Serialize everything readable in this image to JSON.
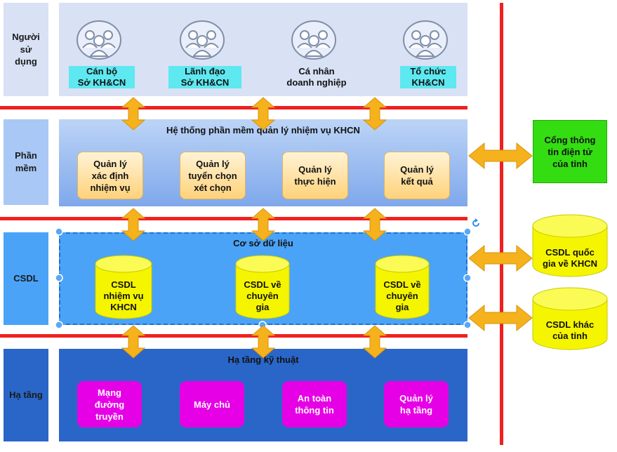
{
  "layers": {
    "users": "Người\nsử\ndụng",
    "software": "Phần\nmềm",
    "database": "CSDL",
    "infrastructure": "Hạ tầng"
  },
  "users": [
    {
      "label": "Cán bộ\nSở KH&CN",
      "highlight": true
    },
    {
      "label": "Lãnh đạo\nSở KH&CN",
      "highlight": true
    },
    {
      "label": "Cá nhân\ndoanh nghiệp",
      "highlight": false
    },
    {
      "label": "Tổ chức\nKH&CN",
      "highlight": true
    }
  ],
  "software": {
    "title": "Hệ thống phần mềm quản lý nhiệm vụ KHCN",
    "modules": [
      "Quản lý\nxác định\nnhiệm vụ",
      "Quản lý\ntuyển chọn\nxét chọn",
      "Quản lý\nthực hiện",
      "Quản lý\nkết quả"
    ]
  },
  "database": {
    "title": "Cơ sở dữ liệu",
    "items": [
      "CSDL\nnhiệm vụ\nKHCN",
      "CSDL về\nchuyên\ngia",
      "CSDL về\nchuyên\ngia"
    ]
  },
  "infrastructure": {
    "title": "Hạ tầng kỹ thuật",
    "items": [
      "Mạng\nđường\ntruyền",
      "Máy chủ",
      "An toàn\nthông tin",
      "Quản lý\nhạ tầng"
    ]
  },
  "external": {
    "portal": "Cổng thông\ntin điện tử\ncủa tỉnh",
    "national_db": "CSDL quốc\ngia về KHCN",
    "other_db": "CSDL khác\ncủa tỉnh"
  },
  "colors": {
    "red_line": "#f02020",
    "user_panel": "#d9e1f5",
    "software_panel": "#8fb4ee",
    "db_panel": "#4aa3f7",
    "infra_panel": "#2a66c8",
    "arrow": "#f5b21c",
    "cylinder": "#f5f500",
    "portal": "#33dd11",
    "magenta": "#e600e6"
  },
  "icons": [
    "users-group-icon",
    "up-down-arrow-icon",
    "left-right-arrow-icon",
    "rotate-handle-icon"
  ]
}
